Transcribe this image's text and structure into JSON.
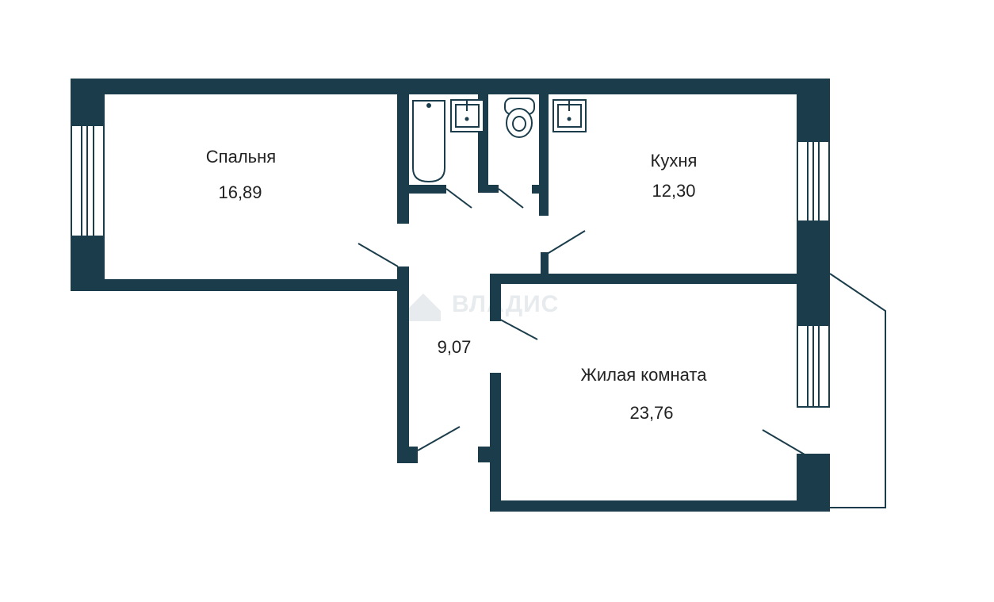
{
  "colors": {
    "wall": "#1b3d4b",
    "text": "#222222",
    "background": "#ffffff",
    "watermark": "#e7ebed"
  },
  "watermark": {
    "text": "ВЛАДИС",
    "icon": "house-logo-icon"
  },
  "rooms": [
    {
      "id": "bedroom",
      "name": "Спальня",
      "area": "16,89"
    },
    {
      "id": "kitchen",
      "name": "Кухня",
      "area": "12,30"
    },
    {
      "id": "hall",
      "name": "",
      "area": "9,07"
    },
    {
      "id": "living",
      "name": "Жилая комната",
      "area": "23,76"
    }
  ],
  "fixtures": [
    "bathtub-icon",
    "sink-icon",
    "toilet-icon",
    "kitchen-sink-icon"
  ]
}
